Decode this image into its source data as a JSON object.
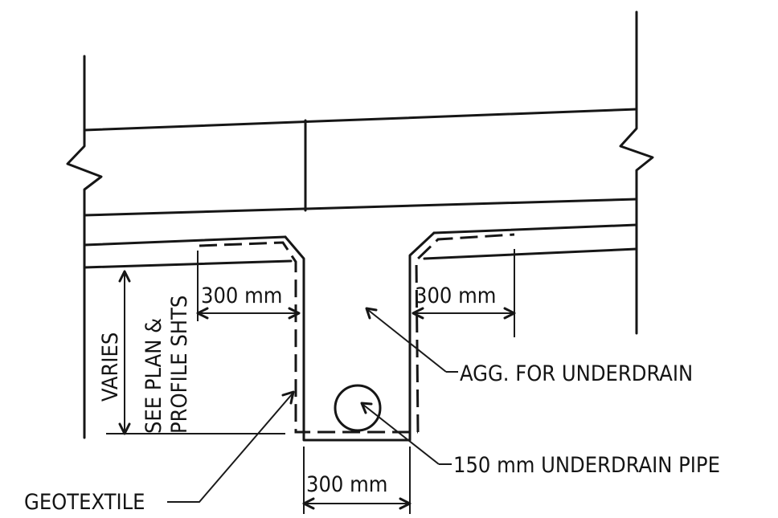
{
  "labels": {
    "width_left": "300 mm",
    "width_right": "300 mm",
    "width_bottom": "300 mm",
    "depth_varies": "VARIES",
    "depth_ref_line1": "SEE PLAN &",
    "depth_ref_line2": "PROFILE SHTS",
    "aggregate": "AGG. FOR UNDERDRAIN",
    "pipe": "150 mm UNDERDRAIN PIPE",
    "geotextile": "GEOTEXTILE"
  },
  "colors": {
    "line": "#161616",
    "background": "#ffffff"
  }
}
